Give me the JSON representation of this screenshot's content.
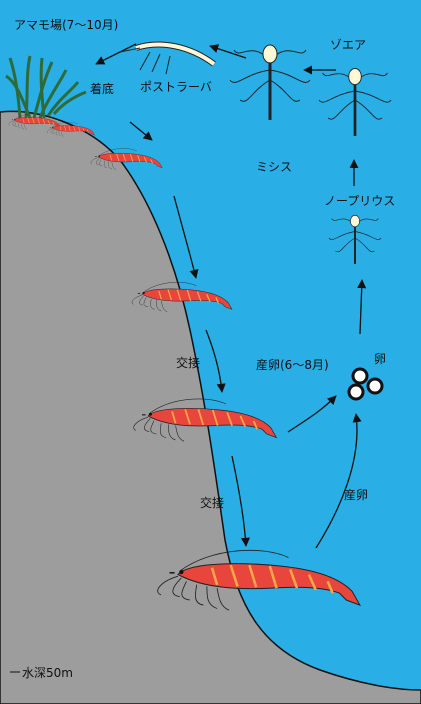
{
  "labels": {
    "eelgrass_bed": "アマモ場(7〜10月)",
    "settlement": "着底",
    "postlarva": "ポストラーバ",
    "mysis": "ミシス",
    "zoea": "ゾエア",
    "nauplius": "ノープリウス",
    "egg": "卵",
    "spawning_period": "産卵(6〜8月)",
    "mating_1": "交接",
    "mating_2": "交接",
    "spawning": "産卵",
    "depth": "水深50m"
  },
  "colors": {
    "sea": "#29aee6",
    "seabed": "#9d9d9d",
    "shrimp": "#e8453c",
    "shrimp_stripe": "#f7a64a",
    "grass": "#2f6b3a"
  }
}
